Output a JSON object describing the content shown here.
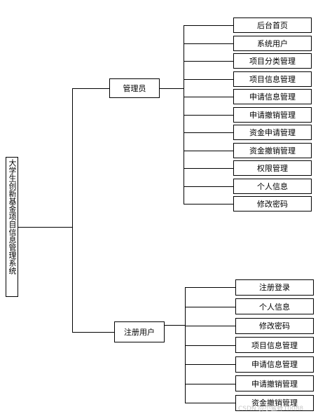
{
  "root": {
    "label": "大学生创新基金项目信息管理系统"
  },
  "admin": {
    "label": "管理员",
    "children": [
      "后台首页",
      "系统用户",
      "项目分类管理",
      "项目信息管理",
      "申请信息管理",
      "申请撤销管理",
      "资金申请管理",
      "资金撤销管理",
      "权限管理",
      "个人信息",
      "修改密码"
    ]
  },
  "user": {
    "label": "注册用户",
    "children": [
      "注册登录",
      "个人信息",
      "修改密码",
      "项目信息管理",
      "申请信息管理",
      "申请撤销管理",
      "资金撤销管理"
    ]
  },
  "watermark": "CSDN @小蜜蜂10088"
}
